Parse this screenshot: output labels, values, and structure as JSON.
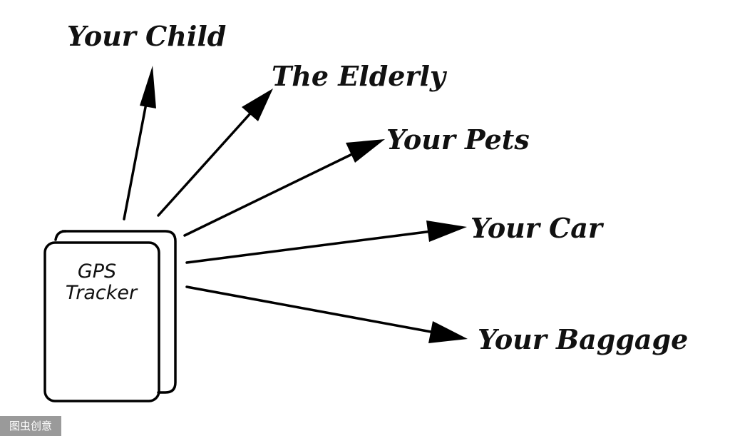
{
  "device": {
    "line1": "GPS",
    "line2": "Tracker"
  },
  "targets": {
    "child": "Your Child",
    "elderly": "The Elderly",
    "pets": "Your Pets",
    "car": "Your Car",
    "baggage": "Your Baggage"
  },
  "watermark": "图虫创意"
}
